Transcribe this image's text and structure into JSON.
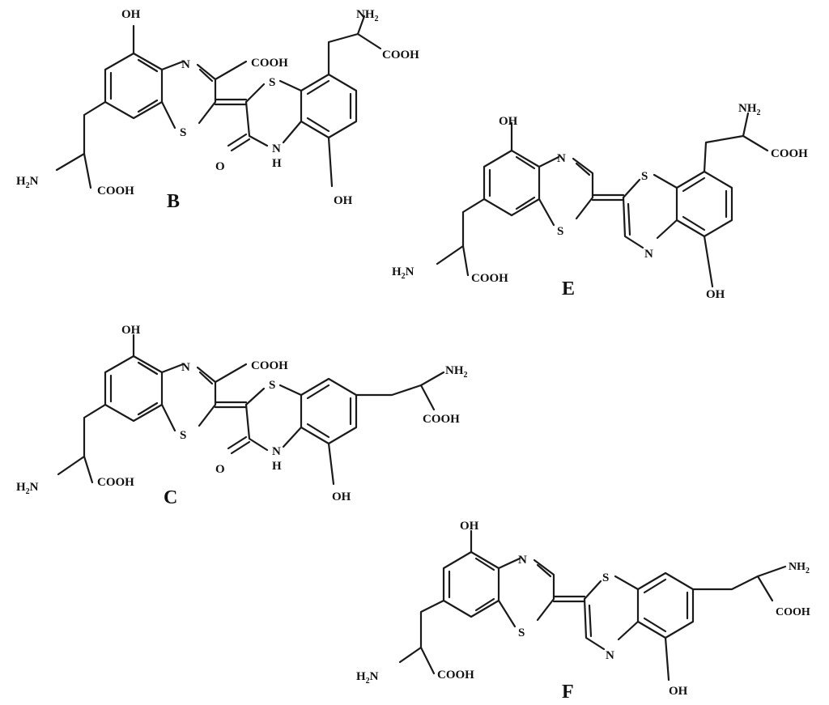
{
  "colors": {
    "ink": "#1a1a1a",
    "background": "#ffffff"
  },
  "atoms": {
    "oh": "OH",
    "n": "N",
    "s": "S",
    "o": "O",
    "h": "H",
    "cooh": "COOH",
    "nh2": "NH",
    "h2n": "H",
    "n_suffix": "N",
    "sub2": "2"
  },
  "compounds": [
    {
      "label": "B"
    },
    {
      "label": "E"
    },
    {
      "label": "C"
    },
    {
      "label": "F"
    }
  ]
}
